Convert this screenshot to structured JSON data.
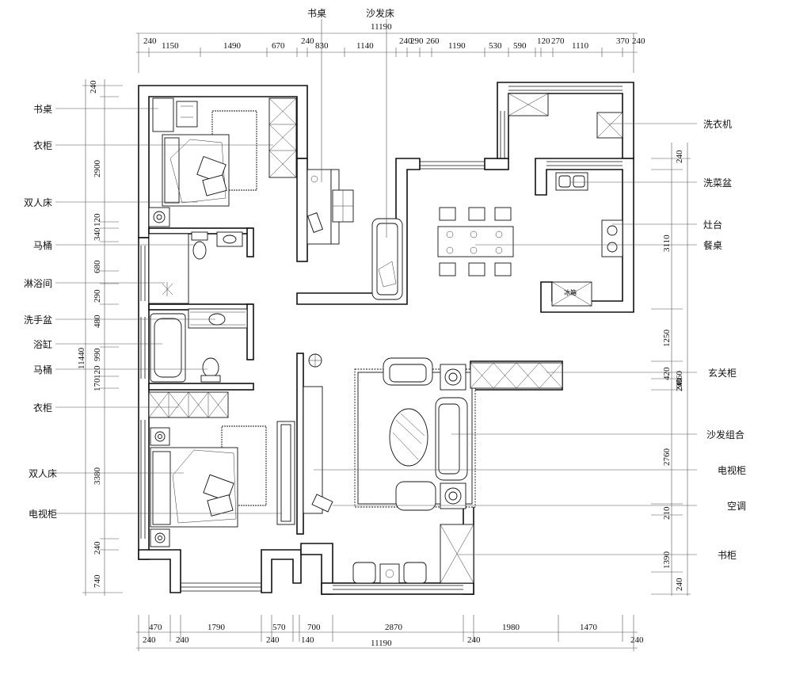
{
  "labels_left": [
    "书桌",
    "衣柜",
    "双人床",
    "马桶",
    "淋浴间",
    "洗手盆",
    "浴缸",
    "马桶",
    "衣柜",
    "双人床",
    "电视柜"
  ],
  "labels_right": [
    "洗衣机",
    "洗菜盆",
    "灶台",
    "餐桌",
    "玄关柜",
    "沙发组合",
    "电视柜",
    "空调",
    "书柜"
  ],
  "labels_top": [
    "书桌",
    "沙发床"
  ],
  "top_total": "11190",
  "bottom_total": "11190",
  "left_total": "11440",
  "right_total": "9860",
  "top_dims": [
    "240",
    "1150",
    "1490",
    "670",
    "240",
    "830",
    "1140",
    "240",
    "290",
    "260",
    "1190",
    "530",
    "590",
    "120",
    "270",
    "1110",
    "370",
    "240"
  ],
  "bottom_dims_row1": [
    "470",
    "1790",
    "570",
    "700",
    "2870",
    "1980",
    "1470"
  ],
  "bottom_dims_row2": [
    "240",
    "240",
    "240",
    "140",
    "240",
    "240"
  ],
  "left_dims": [
    "240",
    "2900",
    "120",
    "340",
    "680",
    "290",
    "480",
    "990",
    "120",
    "170",
    "3380",
    "240",
    "740"
  ],
  "right_dims": [
    "240",
    "3110",
    "1250",
    "420",
    "240",
    "2760",
    "210",
    "1390",
    "240"
  ],
  "fridge_text": "冰箱"
}
